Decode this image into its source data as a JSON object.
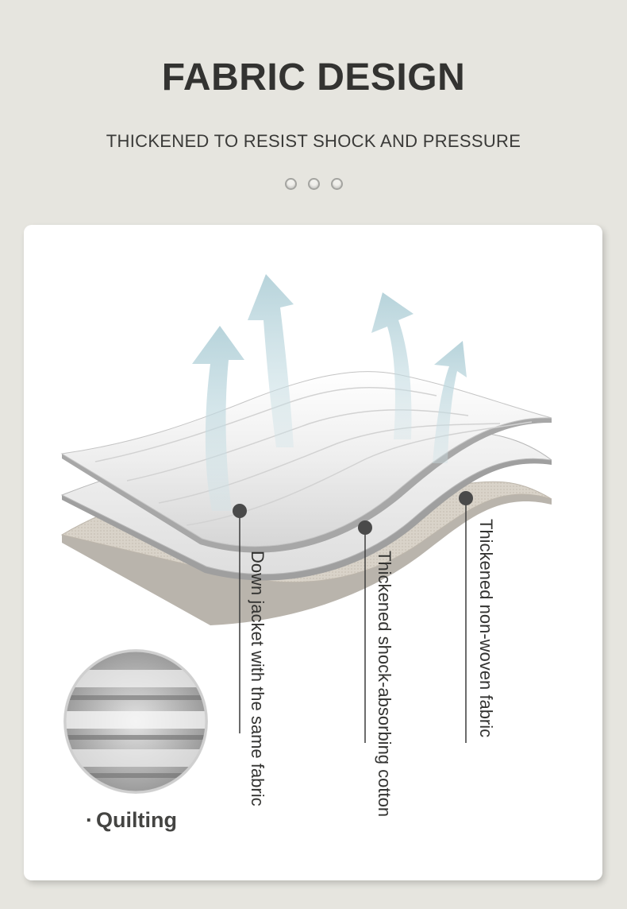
{
  "header": {
    "title": "FABRIC DESIGN",
    "subtitle": "THICKENED TO RESIST SHOCK AND PRESSURE",
    "dot_count": 3
  },
  "layers": [
    {
      "id": "outer",
      "label_line1": "Down jacket with the same",
      "label_line2": "fabric"
    },
    {
      "id": "middle",
      "label_line1": "Thickened shock-absorbing",
      "label_line2": "cotton"
    },
    {
      "id": "inner",
      "label_line1": "Thickened non-woven fabric",
      "label_line2": ""
    }
  ],
  "detail": {
    "bullet": "·",
    "label": "Quilting"
  },
  "colors": {
    "background": "#e6e5df",
    "card": "#ffffff",
    "arrow": "#b8d4dc",
    "nonwoven": "#d8d2c8",
    "text": "#333331"
  }
}
